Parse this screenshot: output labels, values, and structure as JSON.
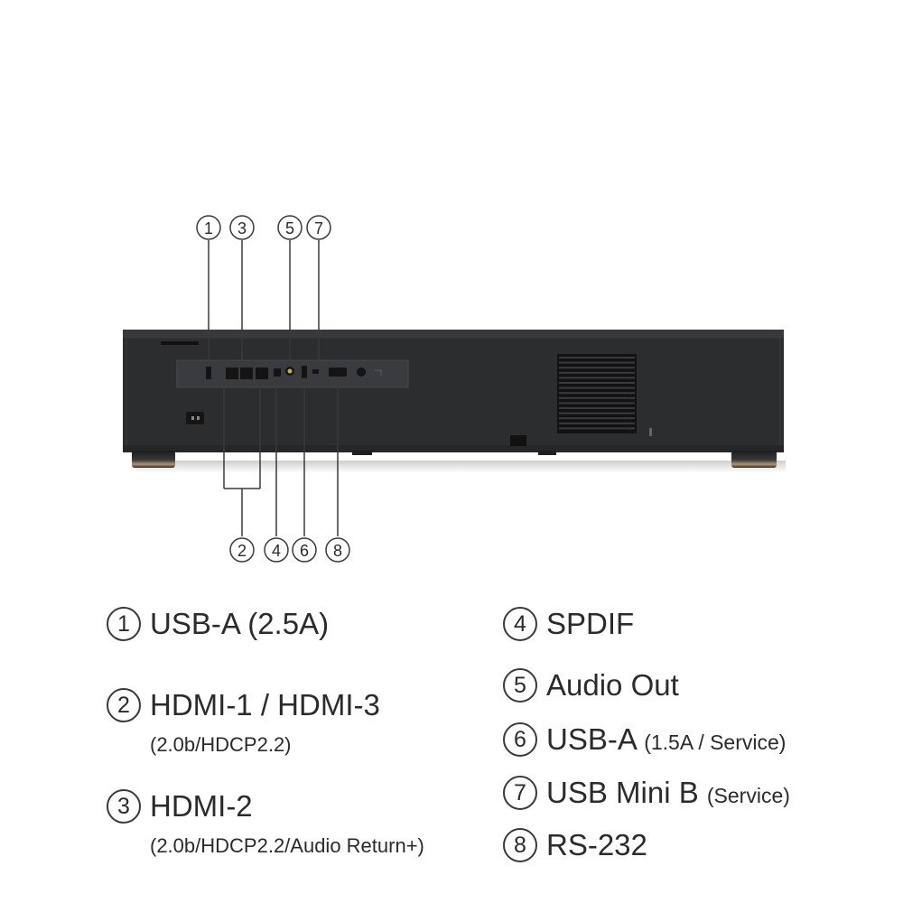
{
  "diagram": {
    "top_callouts": [
      "1",
      "3",
      "5",
      "7"
    ],
    "bottom_callouts": [
      "2",
      "4",
      "6",
      "8"
    ]
  },
  "legend": {
    "left": [
      {
        "num": "1",
        "label": "USB-A (2.5A)",
        "sub": ""
      },
      {
        "num": "2",
        "label": "HDMI-1 / HDMI-3",
        "sub": "(2.0b/HDCP2.2)"
      },
      {
        "num": "3",
        "label": "HDMI-2",
        "sub": "(2.0b/HDCP2.2/Audio Return+)"
      }
    ],
    "right": [
      {
        "num": "4",
        "label": "SPDIF",
        "note": ""
      },
      {
        "num": "5",
        "label": "Audio Out",
        "note": ""
      },
      {
        "num": "6",
        "label": "USB-A",
        "note": "(1.5A / Service)"
      },
      {
        "num": "7",
        "label": "USB Mini B",
        "note": "(Service)"
      },
      {
        "num": "8",
        "label": "RS-232",
        "note": ""
      }
    ]
  },
  "colors": {
    "body": "#2c2d2f",
    "panel": "#3a3b3e",
    "line": "#3a3a3a",
    "text": "#2b2b2b"
  }
}
